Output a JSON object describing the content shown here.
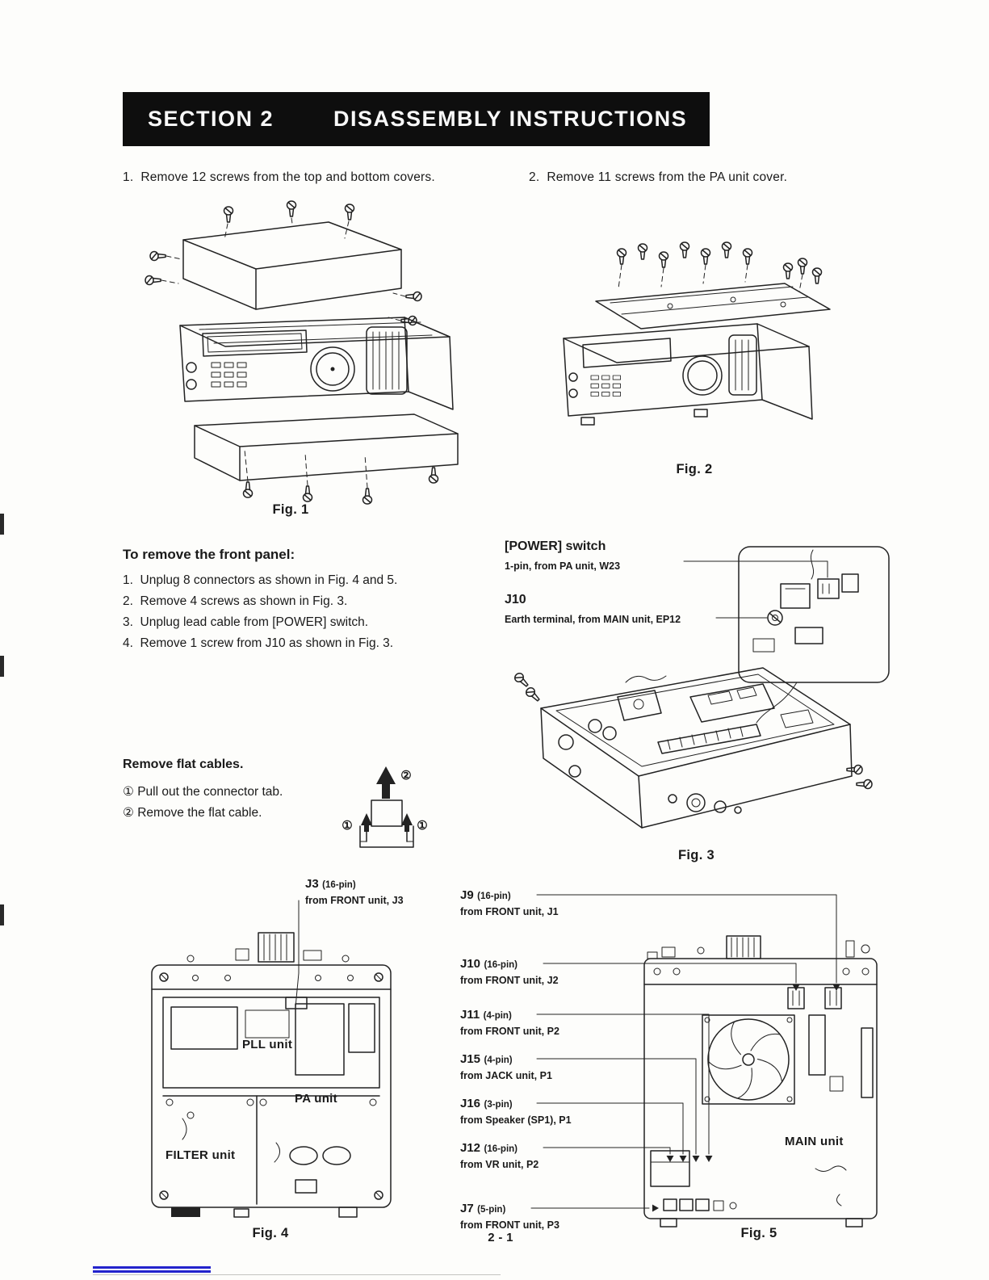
{
  "header": {
    "section": "SECTION 2",
    "title": "DISASSEMBLY INSTRUCTIONS"
  },
  "steps": {
    "left": "1.  Remove 12 screws from the top and bottom covers.",
    "right": "2.  Remove 11 screws from the PA unit cover."
  },
  "captions": {
    "fig1": "Fig. 1",
    "fig2": "Fig. 2",
    "fig3": "Fig. 3",
    "fig4": "Fig. 4",
    "fig5": "Fig. 5"
  },
  "front_panel": {
    "heading": "To remove the front panel:",
    "item1": "1.  Unplug 8 connectors as shown in Fig. 4 and 5.",
    "item2": "2.  Remove 4 screws as shown in Fig. 3.",
    "item3": "3.  Unplug lead cable from [POWER] switch.",
    "item4": "4.  Remove 1 screw from J10 as shown in Fig. 3."
  },
  "fig3_labels": {
    "power_title": "[POWER] switch",
    "power_sub": "1-pin, from PA unit, W23",
    "j10_title": "J10",
    "j10_sub": "Earth terminal, from MAIN unit, EP12"
  },
  "flat_cables": {
    "heading": "Remove flat cables.",
    "step1": "① Pull out the connector tab.",
    "step2": "② Remove the flat cable.",
    "marker1": "①",
    "marker2": "②"
  },
  "fig4_labels": {
    "j3_name": "J3",
    "j3_pin": "(16-pin)",
    "j3_from": "from FRONT unit, J3",
    "pll": "PLL unit",
    "pa": "PA unit",
    "filter": "FILTER unit"
  },
  "fig5_labels": {
    "connectors": [
      {
        "name": "J9",
        "pin": "(16-pin)",
        "from": "from FRONT unit, J1"
      },
      {
        "name": "J10",
        "pin": "(16-pin)",
        "from": "from FRONT unit, J2"
      },
      {
        "name": "J11",
        "pin": "(4-pin)",
        "from": "from FRONT unit, P2"
      },
      {
        "name": "J15",
        "pin": "(4-pin)",
        "from": "from JACK unit, P1"
      },
      {
        "name": "J16",
        "pin": "(3-pin)",
        "from": "from Speaker (SP1), P1"
      },
      {
        "name": "J12",
        "pin": "(16-pin)",
        "from": "from VR unit, P2"
      },
      {
        "name": "J7",
        "pin": "(5-pin)",
        "from": "from FRONT unit, P3"
      }
    ],
    "main_unit": "MAIN unit"
  },
  "footer": {
    "page_number": "2 - 1"
  }
}
